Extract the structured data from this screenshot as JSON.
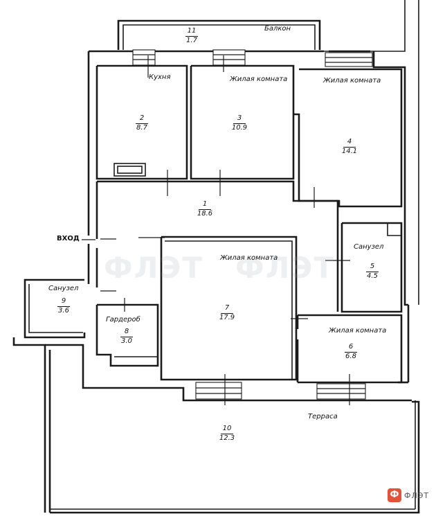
{
  "plan": {
    "entrance_label": "ВХОД",
    "rooms": [
      {
        "id": "1",
        "name": "",
        "number": "1",
        "area": "18.6"
      },
      {
        "id": "2",
        "name": "Кухня",
        "number": "2",
        "area": "8.7"
      },
      {
        "id": "3",
        "name": "Жилая комната",
        "number": "3",
        "area": "10.9"
      },
      {
        "id": "4",
        "name": "Жилая комната",
        "number": "4",
        "area": "14.1"
      },
      {
        "id": "5",
        "name": "Санузел",
        "number": "5",
        "area": "4.5"
      },
      {
        "id": "6",
        "name": "Жилая комната",
        "number": "6",
        "area": "6.8"
      },
      {
        "id": "7",
        "name": "Жилая комната",
        "number": "7",
        "area": "17.9"
      },
      {
        "id": "8",
        "name": "Гардероб",
        "number": "8",
        "area": "3.0"
      },
      {
        "id": "9",
        "name": "Санузел",
        "number": "9",
        "area": "3.6"
      },
      {
        "id": "10",
        "name": "Терраса",
        "number": "10",
        "area": "12.3"
      },
      {
        "id": "11",
        "name": "Балкон",
        "number": "11",
        "area": "1.7"
      }
    ]
  },
  "watermark": {
    "text": "ФЛЭТ"
  },
  "brand": {
    "logo_letter": "Ф",
    "name": "ФЛЭТ",
    "color": "#e2533b"
  }
}
